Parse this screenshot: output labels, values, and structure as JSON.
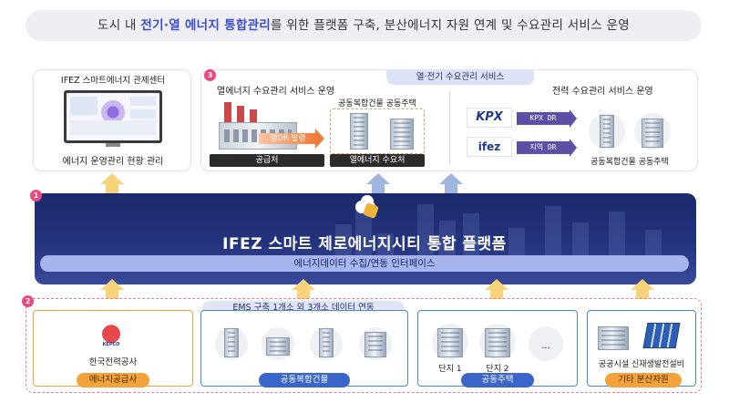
{
  "banner": {
    "prefix": "도시 내 ",
    "highlight": "전기·열 에너지 통합관리",
    "suffix": "를 위한 플랫폼 구축, 분산에너지 자원 연계 및 수요관리 서비스 운영"
  },
  "control_center": {
    "title": "IFEZ 스마트에너지 관제센터",
    "caption": "에너지 운영관리 현황 관리"
  },
  "services": {
    "number": "3",
    "tab_title": "열·전기 수요관리 서비스",
    "heat": {
      "title": "열에너지 수요관리 서비스 운영",
      "supplier_label": "공급처",
      "dr_arrow_label": "열DR 발령",
      "target_title": "공동복합건물 공동주택",
      "consumer_label": "열에너지 수요처"
    },
    "power": {
      "title": "전력 수요관리 서비스 운영",
      "kpx_logo": "KPX",
      "ifez_logo": "ifez",
      "kpx_dr": "KPX DR",
      "local_dr": "지역 DR",
      "target_caption": "공동복합건물 공동주택"
    }
  },
  "platform": {
    "number": "1",
    "title": "IFEZ 스마트 제로에너지시티 통합 플랫폼",
    "interface": "에너지데이터 수집/연동 인터페이스"
  },
  "resources": {
    "number": "2",
    "ems_banner": "EMS 구축 1개소 외 3개소 데이터 연동",
    "supplier": {
      "caption": "한국전력공사",
      "logo_text": "KEPCO",
      "tag": "에너지공급사"
    },
    "complex": {
      "tag": "공동복합건물"
    },
    "housing": {
      "unit1": "단지 1",
      "unit2": "단지 2",
      "more": "...",
      "tag": "공동주택"
    },
    "other": {
      "caption": "공공시설 신재생발전설비",
      "tag": "기타 분산자원"
    }
  },
  "colors": {
    "accent_blue": "#3a4fd0",
    "platform_navy": "#1b2a6b",
    "pink_number": "#e84a7f",
    "arrow_yellow": "#f7d47a",
    "arrow_lightblue": "#9fb6e0",
    "tag_orange": "#f4a23c",
    "tag_blue": "#3a66c9"
  }
}
